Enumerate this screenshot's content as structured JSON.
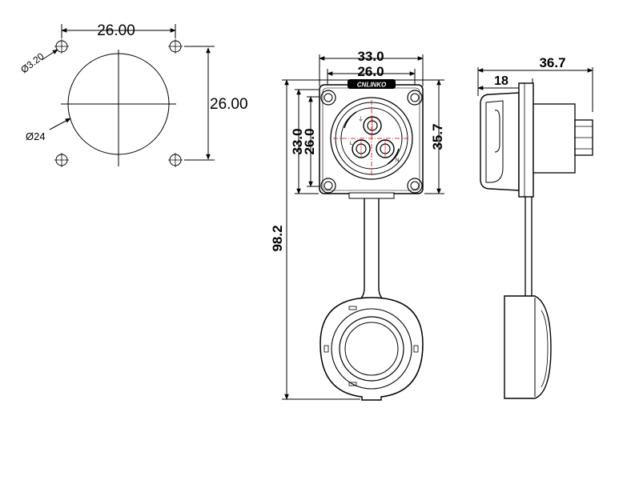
{
  "panel_cutout": {
    "hole_spacing_horizontal": "26.00",
    "hole_spacing_vertical": "26.00",
    "hole_diameter": "Ø3.20",
    "center_diameter": "Ø24"
  },
  "front_view": {
    "flange_outer_width": "33.0",
    "hole_spacing_width": "26.0",
    "flange_outer_height": "33.0",
    "hole_spacing_height": "26.0",
    "body_height": "35.7",
    "overall_length": "98.2",
    "brand_logo": "CNLINKO",
    "pin_labels": [
      "L",
      "N",
      "⏚"
    ]
  },
  "side_view": {
    "overall_depth": "36.7",
    "front_depth": "18"
  }
}
